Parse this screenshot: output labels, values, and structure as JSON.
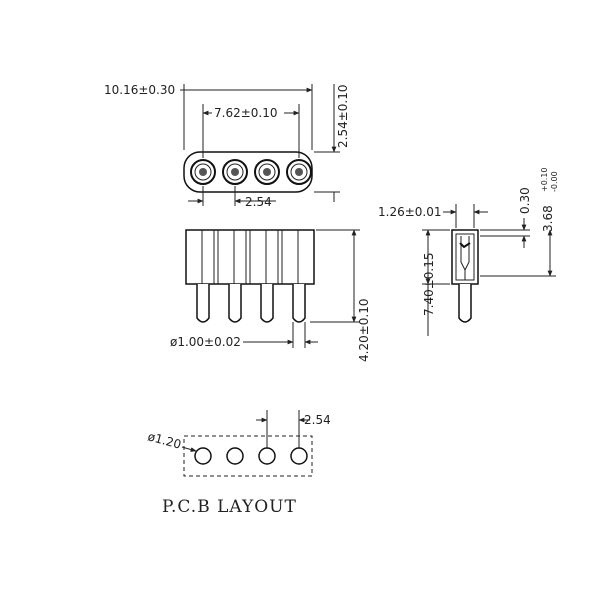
{
  "top_view": {
    "overall_width": "10.16±0.30",
    "pin_span": "7.62±0.10",
    "body_height": "2.54±0.10",
    "pitch": "2.54"
  },
  "front_view": {
    "pin_diameter": "ø1.00±0.02",
    "pin_length": "4.20±0.10"
  },
  "side_view": {
    "pin_width": "1.26±0.01",
    "top_offset": "0.30",
    "contact_depth": "3.68",
    "contact_depth_tol_plus": "+0.10",
    "contact_depth_tol_minus": "-0.00",
    "body_length": "7.40±0.15"
  },
  "pcb_layout": {
    "hole_diameter": "ø1.20",
    "pitch": "2.54",
    "title": "P.C.B LAYOUT"
  }
}
